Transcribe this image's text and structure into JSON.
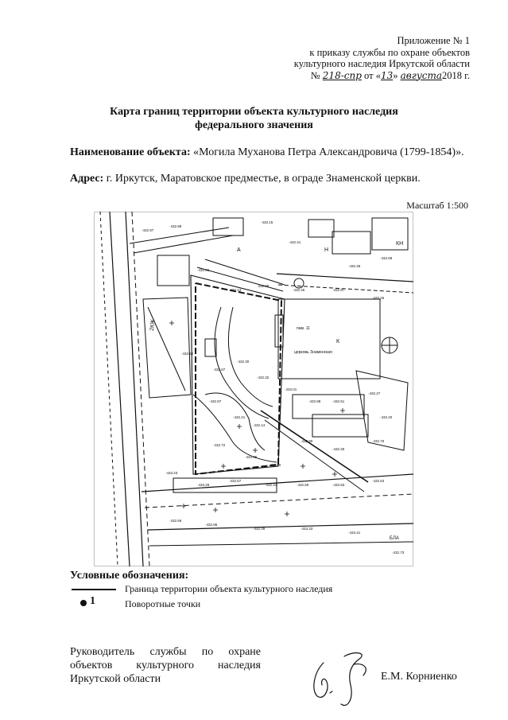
{
  "appendix": {
    "line1": "Приложение № 1",
    "line2": "к приказу службы по охране объектов",
    "line3": "культурного наследия Иркутской области",
    "num_prefix": "№",
    "num_value": "218-спр",
    "date_from": "от «",
    "day": "13",
    "date_mid": "»",
    "month": "августа",
    "year": "2018 г."
  },
  "title": {
    "line1": "Карта границ территории объекта культурного наследия",
    "line2": "федерального значения"
  },
  "object": {
    "label": "Наименование объекта:",
    "value": "«Могила Муханова Петра Александровича (1799-1854)»."
  },
  "address": {
    "label": "Адрес:",
    "value": "г. Иркутск, Маратовское предместье, в ограде Знаменской церкви."
  },
  "scale": "Масштаб 1:500",
  "map": {
    "labels": {
      "church": "церковь Знаменская",
      "monument": "пам. 11",
      "kn": "КН",
      "bla": "БЛА",
      "zhs": "2КЖ",
      "k": "К",
      "n": "Н",
      "a": "А"
    },
    "elevations": [
      "432.97",
      "432.89",
      "433.15",
      "432.41",
      "432.36",
      "432.69",
      "432.06",
      "432.13",
      "432.09",
      "432.45",
      "432.97",
      "433.25",
      "432.52",
      "432.87",
      "432.30",
      "432.32",
      "432.87",
      "432.41",
      "432.14",
      "433.01",
      "432.88",
      "432.51",
      "432.27",
      "432.20",
      "432.72",
      "432.85",
      "432.80",
      "432.90",
      "432.25",
      "432.76",
      "433.23",
      "433.29",
      "432.67",
      "432.44",
      "432.59",
      "432.83",
      "432.63",
      "432.66",
      "432.96",
      "432.39",
      "433.33",
      "433.41",
      "432.73"
    ]
  },
  "legend": {
    "title": "Условные обозначения:",
    "line_label": "Граница территории объекта культурного наследия",
    "point_num": "1",
    "point_label": "Поворотные точки"
  },
  "signature": {
    "position_line1": "Руководитель службы по охране",
    "position_line2": "объектов культурного наследия",
    "position_line3": "Иркутской области",
    "name": "Е.М. Корниенко"
  }
}
